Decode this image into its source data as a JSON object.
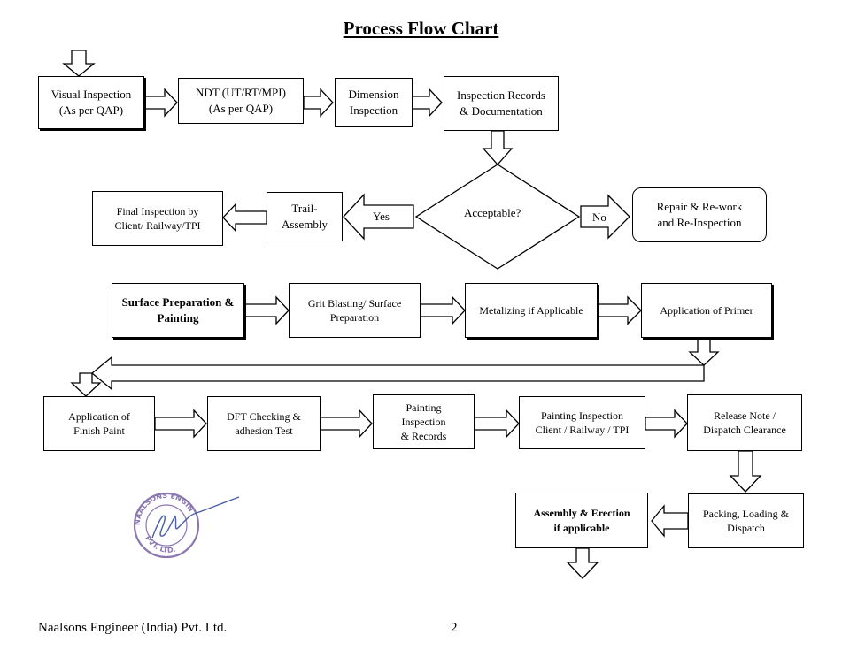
{
  "title": "Process Flow Chart",
  "nodes": {
    "visual_inspection": "Visual Inspection\n(As per QAP)",
    "ndt": "NDT (UT/RT/MPI)\n(As per QAP)",
    "dimension_inspection": "Dimension\nInspection",
    "inspection_records": "Inspection Records\n& Documentation",
    "acceptable": "Acceptable?",
    "repair": "Repair & Re-work\nand Re-Inspection",
    "trail_assembly": "Trail-\nAssembly",
    "final_inspection": "Final Inspection by\nClient/ Railway/TPI",
    "surface_prep_painting": "Surface Preparation &\nPainting",
    "grit_blasting": "Grit Blasting/ Surface\nPreparation",
    "metalizing": "Metalizing if Applicable",
    "primer": "Application of Primer",
    "finish_paint": "Application of\nFinish Paint",
    "dft": "DFT Checking &\nadhesion Test",
    "painting_inspection_records": "Painting\nInspection\n& Records",
    "painting_inspection_client": "Painting Inspection\nClient / Railway / TPI",
    "release_note": "Release Note /\nDispatch Clearance",
    "packing": "Packing, Loading &\nDispatch",
    "assembly_erection": "Assembly & Erection\nif applicable"
  },
  "labels": {
    "yes": "Yes",
    "no": "No"
  },
  "stamp": {
    "company_text": "NAALSONS ENGINEERS",
    "suffix_text": "PVT. LTD.",
    "color": "#8a77b0"
  },
  "footer": {
    "company": "Naalsons Engineer (India) Pvt. Ltd.",
    "page_number": "2"
  }
}
